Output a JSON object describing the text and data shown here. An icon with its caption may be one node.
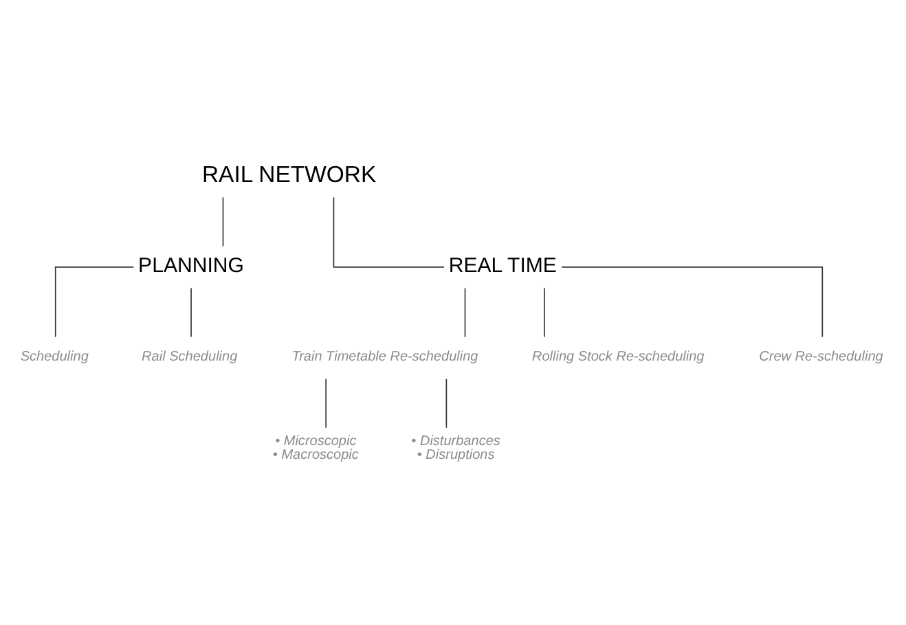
{
  "diagram": {
    "nodes": [
      {
        "text": [
          "RAIL NETWORK"
        ]
      },
      {
        "text": [
          "PLANNING"
        ]
      },
      {
        "text": [
          "REAL TIME"
        ]
      },
      {
        "text": [
          "Scheduling"
        ]
      },
      {
        "text": [
          "Rail Scheduling"
        ]
      },
      {
        "text": [
          "Train Timetable Re-scheduling"
        ]
      },
      {
        "text": [
          "Rolling Stock Re-scheduling"
        ]
      },
      {
        "text": [
          "Crew Re-scheduling"
        ]
      },
      {
        "text": [
          "• Microscopic",
          "• Macroscopic"
        ]
      },
      {
        "text": [
          "• Disturbances",
          "• Disruptions"
        ]
      }
    ],
    "edges": [
      {
        "from": 0,
        "to": 1,
        "arrow": "none"
      },
      {
        "from": 0,
        "to": 2,
        "arrow": "none"
      },
      {
        "from": 1,
        "to": 3,
        "arrow": "none"
      },
      {
        "from": 1,
        "to": 4,
        "arrow": "none"
      },
      {
        "from": 2,
        "to": 5,
        "arrow": "none"
      },
      {
        "from": 2,
        "to": 6,
        "arrow": "none"
      },
      {
        "from": 2,
        "to": 7,
        "arrow": "none"
      },
      {
        "from": 5,
        "to": 8,
        "arrow": "none"
      },
      {
        "from": 5,
        "to": 9,
        "arrow": "none"
      }
    ]
  }
}
